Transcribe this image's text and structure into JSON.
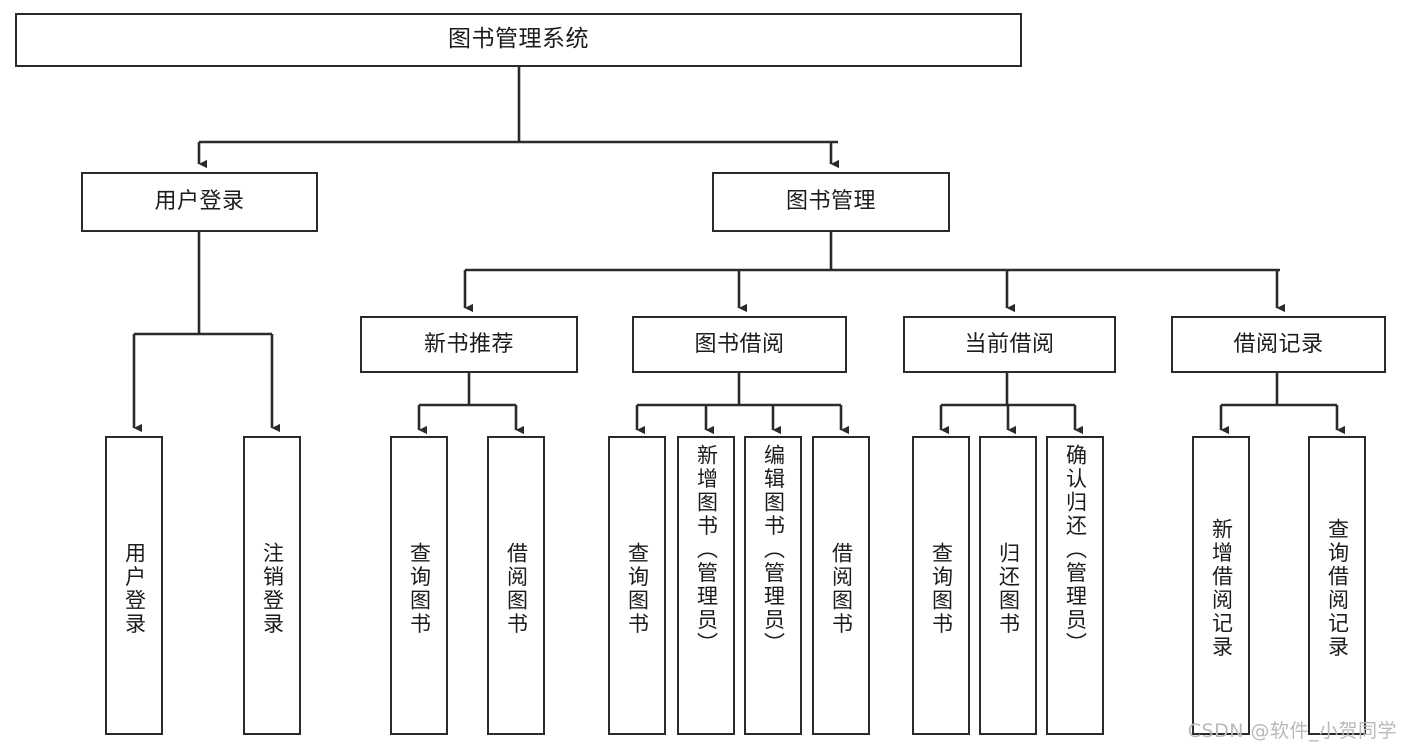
{
  "diagram": {
    "title": "图书管理系统",
    "type": "tree",
    "orientation": "top-down",
    "style": {
      "box_border_color": "#2b2b2b",
      "box_fill_color": "#ffffff",
      "line_color": "#2b2b2b",
      "background_color": "#ffffff",
      "text_color": "#1c1c1c"
    },
    "nodes": {
      "root": {
        "label": "图书管理系统"
      },
      "level2": [
        {
          "id": "user-login",
          "label": "用户登录"
        },
        {
          "id": "book-manage",
          "label": "图书管理"
        }
      ],
      "level3": [
        {
          "id": "new-book-recommend",
          "label": "新书推荐"
        },
        {
          "id": "book-borrow",
          "label": "图书借阅"
        },
        {
          "id": "current-borrow",
          "label": "当前借阅"
        },
        {
          "id": "borrow-record",
          "label": "借阅记录"
        }
      ],
      "leaves": [
        {
          "id": "leaf-user-login",
          "label": "用户登录",
          "parent": "user-login"
        },
        {
          "id": "leaf-user-logout",
          "label": "注销登录",
          "parent": "user-login"
        },
        {
          "id": "leaf-query-book-1",
          "label": "查询图书",
          "parent": "new-book-recommend"
        },
        {
          "id": "leaf-borrow-book-1",
          "label": "借阅图书",
          "parent": "new-book-recommend"
        },
        {
          "id": "leaf-query-book-2",
          "label": "查询图书",
          "parent": "book-borrow"
        },
        {
          "id": "leaf-add-book",
          "label": "新增图书（管理员）",
          "parent": "book-borrow"
        },
        {
          "id": "leaf-edit-book",
          "label": "编辑图书（管理员）",
          "parent": "book-borrow"
        },
        {
          "id": "leaf-borrow-book-2",
          "label": "借阅图书",
          "parent": "book-borrow"
        },
        {
          "id": "leaf-query-book-3",
          "label": "查询图书",
          "parent": "current-borrow"
        },
        {
          "id": "leaf-return-book",
          "label": "归还图书",
          "parent": "current-borrow"
        },
        {
          "id": "leaf-confirm-return",
          "label": "确认归还（管理员）",
          "parent": "current-borrow"
        },
        {
          "id": "leaf-add-record",
          "label": "新增借阅记录",
          "parent": "borrow-record"
        },
        {
          "id": "leaf-query-record",
          "label": "查询借阅记录",
          "parent": "borrow-record"
        }
      ]
    }
  },
  "watermark": {
    "text": "CSDN @软件_小贺同学"
  }
}
